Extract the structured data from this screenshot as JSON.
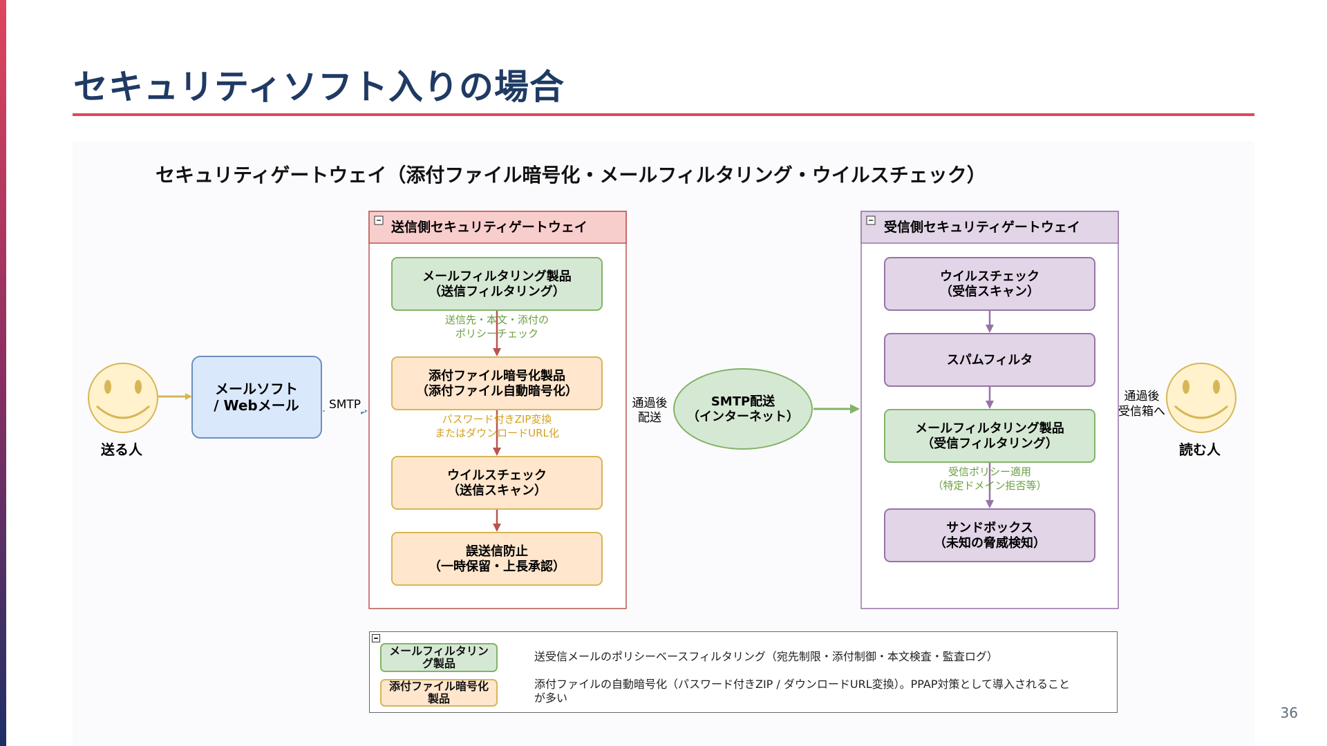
{
  "slide": {
    "title": "セキュリティソフト入りの場合",
    "page_number": "36"
  },
  "diagram": {
    "title": "セキュリティゲートウェイ（添付ファイル暗号化・メールフィルタリング・ウイルスチェック）",
    "sender": {
      "label": "送る人"
    },
    "reader": {
      "label": "読む人"
    },
    "mail_client": {
      "line1": "メールソフト",
      "line2": "/ Webメール"
    },
    "smtp_label": "SMTP",
    "pass_deliver": {
      "line1": "通過後",
      "line2": "配送"
    },
    "smtp_delivery": {
      "line1": "SMTP配送",
      "line2": "（インターネット）"
    },
    "pass_inbox": {
      "line1": "通過後",
      "line2": "受信箱へ"
    },
    "send_gateway": {
      "title": "送信側セキュリティゲートウェイ",
      "nodes": [
        {
          "line1": "メールフィルタリング製品",
          "line2": "（送信フィルタリング）"
        },
        {
          "line1": "添付ファイル暗号化製品",
          "line2": "（添付ファイル自動暗号化）"
        },
        {
          "line1": "ウイルスチェック",
          "line2": "（送信スキャン）"
        },
        {
          "line1": "誤送信防止",
          "line2": "（一時保留・上長承認）"
        }
      ],
      "edge_labels": [
        {
          "line1": "送信先・本文・添付の",
          "line2": "ポリシーチェック"
        },
        {
          "line1": "パスワード付きZIP変換",
          "line2": "またはダウンロードURL化"
        }
      ]
    },
    "recv_gateway": {
      "title": "受信側セキュリティゲートウェイ",
      "nodes": [
        {
          "line1": "ウイルスチェック",
          "line2": "（受信スキャン）"
        },
        {
          "line1": "スパムフィルタ",
          "line2": ""
        },
        {
          "line1": "メールフィルタリング製品",
          "line2": "（受信フィルタリング）"
        },
        {
          "line1": "サンドボックス",
          "line2": "（未知の脅威検知）"
        }
      ],
      "edge_labels": [
        {
          "line1": "受信ポリシー適用",
          "line2": "（特定ドメイン拒否等）"
        }
      ]
    },
    "legend": [
      {
        "label": "メールフィルタリング製品",
        "desc_line1": "送受信メールのポリシーベースフィルタリング（宛先制限・添付制御・本文検査・監査ログ）",
        "desc_line2": ""
      },
      {
        "label": "添付ファイル暗号化製品",
        "desc_line1": "添付ファイルの自動暗号化（パスワード付きZIP / ダウンロードURL変換）。PPAP対策として導入されること",
        "desc_line2": "が多い"
      }
    ]
  },
  "colors": {
    "accent": "#e0455c",
    "title": "#1f3a63",
    "green_fill": "#d5e8d4",
    "green_stroke": "#82b366",
    "green_text": "#6a9f3f",
    "orange_fill": "#ffe6cc",
    "orange_stroke": "#d6b656",
    "orange_text": "#d4a020",
    "blue_fill": "#dae8fc",
    "blue_stroke": "#6c8ebf",
    "pink_fill": "#f8cecc",
    "pink_stroke": "#b85450",
    "purple_fill": "#e1d5e7",
    "purple_stroke": "#9673a6",
    "smiley_fill": "#fff2cc",
    "smiley_stroke": "#d6b656"
  }
}
